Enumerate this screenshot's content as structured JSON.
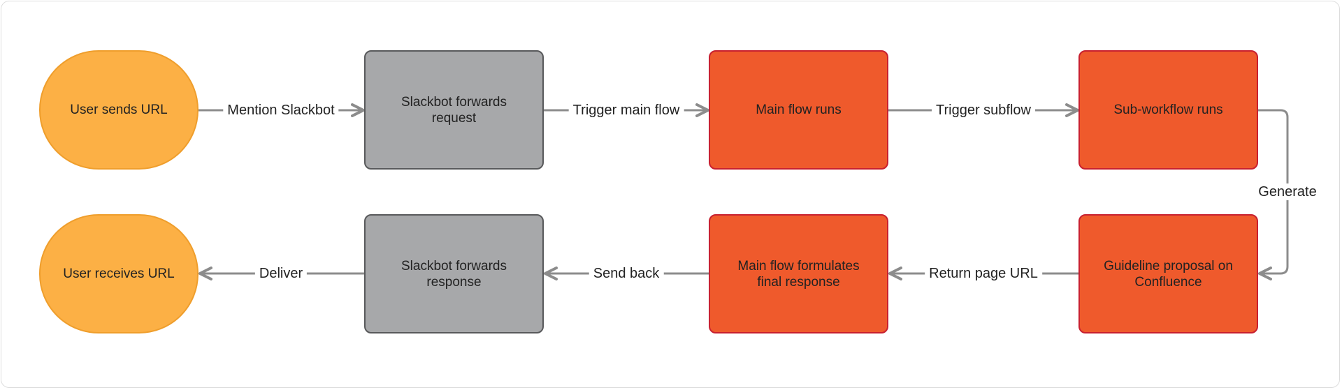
{
  "nodes": {
    "user_sends_url": "User sends URL",
    "slackbot_forwards_request": "Slackbot forwards\nrequest",
    "main_flow_runs": "Main flow runs",
    "sub_workflow_runs": "Sub-workflow runs",
    "guideline_proposal": "Guideline proposal on\nConfluence",
    "main_flow_formulates": "Main flow formulates\nfinal response",
    "slackbot_forwards_response": "Slackbot forwards\nresponse",
    "user_receives_url": "User receives URL"
  },
  "edges": {
    "mention_slackbot": "Mention Slackbot",
    "trigger_main_flow": "Trigger main flow",
    "trigger_subflow": "Trigger subflow",
    "generate": "Generate",
    "return_page_url": "Return page URL",
    "send_back": "Send back",
    "deliver": "Deliver"
  },
  "colors": {
    "endpoint_fill": "#fcb045",
    "slackbot_fill": "#a7a8aa",
    "flow_fill": "#ef5a2c",
    "connector": "#8c8c8c"
  }
}
